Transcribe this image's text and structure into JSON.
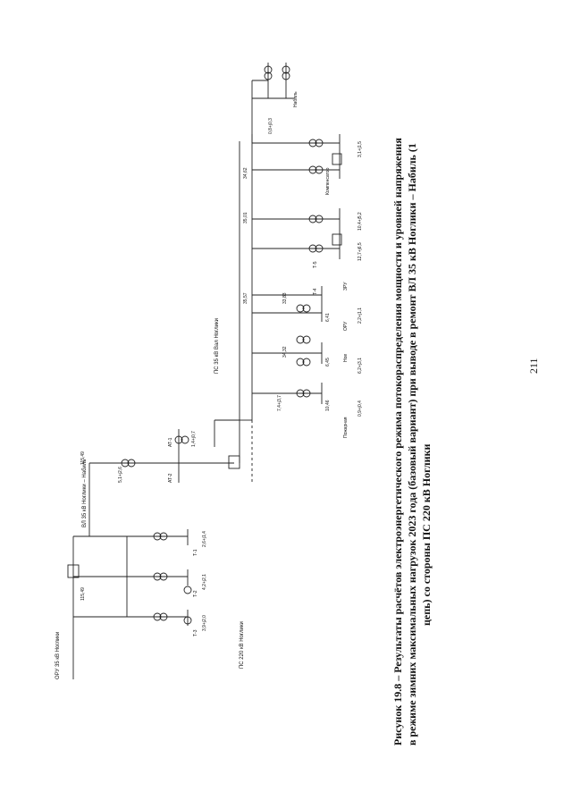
{
  "caption": {
    "line1": "Рисунок 19.8 – Результаты расчётов электроэнергетического режима потокораспределения мощности и уровней напряжения",
    "line2": "в режиме зимних максимальных нагрузок 2023 года (базовый вариант) при выводе в ремонт ВЛ 35 кВ Ноглики – Набиль (1",
    "line3": "цепь) со стороны ПС 220 кВ Ноглики"
  },
  "page_number": "211",
  "diagram": {
    "left_substation": "ПС 220 кВ Ноглики",
    "ru35_label": "ОРУ 35 кВ Ноглики",
    "line_label": "ВЛ 35 кВ Ноглики – Набиль",
    "right_substation": "ПС 35 кВ Вал Ноглики",
    "bus_voltages": [
      "115,49",
      "115,49",
      "35,57",
      "35,01",
      "34,62",
      "34,32",
      "33,83",
      "10,46",
      "6,45",
      "6,41"
    ],
    "flows": [
      "2,6+j1,4",
      "4,2+j2,1",
      "3,9+j2,0",
      "5,1+j2,6",
      "1,4+j0,7",
      "0,9+j0,4",
      "6,2+j3,1",
      "2,2+j1,1",
      "12,7+j6,5",
      "10,4+j5,2",
      "3,1+j1,5",
      "0,8+j0,3",
      "7,4+j3,7"
    ],
    "load_labels": [
      "Пожарная",
      "Нов",
      "ОРУ",
      "ЗРУ",
      "Компенсатор",
      "Набиль"
    ],
    "transformer_labels": [
      "Т-1",
      "Т-2",
      "Т-3",
      "Т-4",
      "Т-5",
      "АТ-1",
      "АТ-2"
    ]
  }
}
